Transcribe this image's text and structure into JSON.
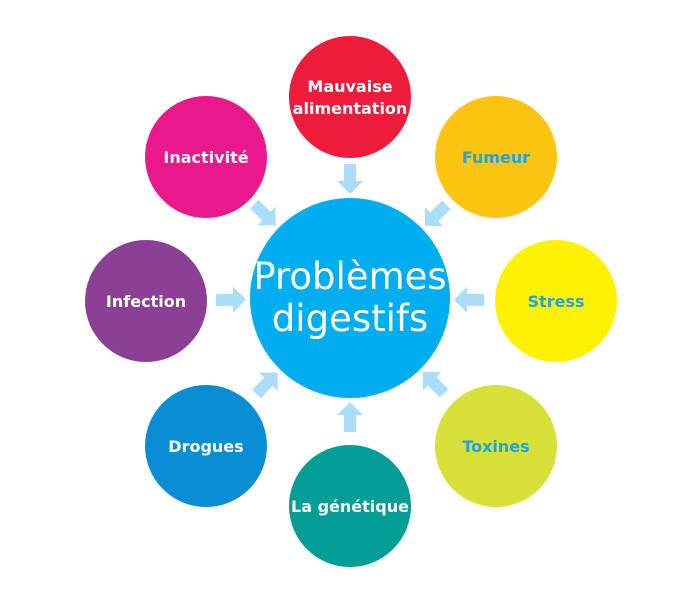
{
  "diagram": {
    "center": {
      "label_lines": [
        "Problèmes",
        "digestifs"
      ],
      "color": "#00ADEF",
      "text_color": "#FFFFFF"
    },
    "arrow_color": "#A9DDF8",
    "causes": [
      {
        "id": "mauvaise-alimentation",
        "label_lines": [
          "Mauvaise",
          "alimentation"
        ],
        "color": "#EC1C3A",
        "text_color": "#FFFFFF"
      },
      {
        "id": "fumeur",
        "label_lines": [
          "Fumeur"
        ],
        "color": "#FDC512",
        "text_color": "#1BA6E2"
      },
      {
        "id": "stress",
        "label_lines": [
          "Stress"
        ],
        "color": "#FEF200",
        "text_color": "#1BA6E2"
      },
      {
        "id": "toxines",
        "label_lines": [
          "Toxines"
        ],
        "color": "#D7E038",
        "text_color": "#1BA6E2"
      },
      {
        "id": "la-genetique",
        "label_lines": [
          "La génétique"
        ],
        "color": "#009E95",
        "text_color": "#FFFFFF"
      },
      {
        "id": "drogues",
        "label_lines": [
          "Drogues"
        ],
        "color": "#0A8ED3",
        "text_color": "#FFFFFF"
      },
      {
        "id": "infection",
        "label_lines": [
          "Infection"
        ],
        "color": "#8B3F95",
        "text_color": "#FFFFFF"
      },
      {
        "id": "inactivite",
        "label_lines": [
          "Inactivité"
        ],
        "color": "#E9198C",
        "text_color": "#FFFFFF"
      }
    ]
  }
}
